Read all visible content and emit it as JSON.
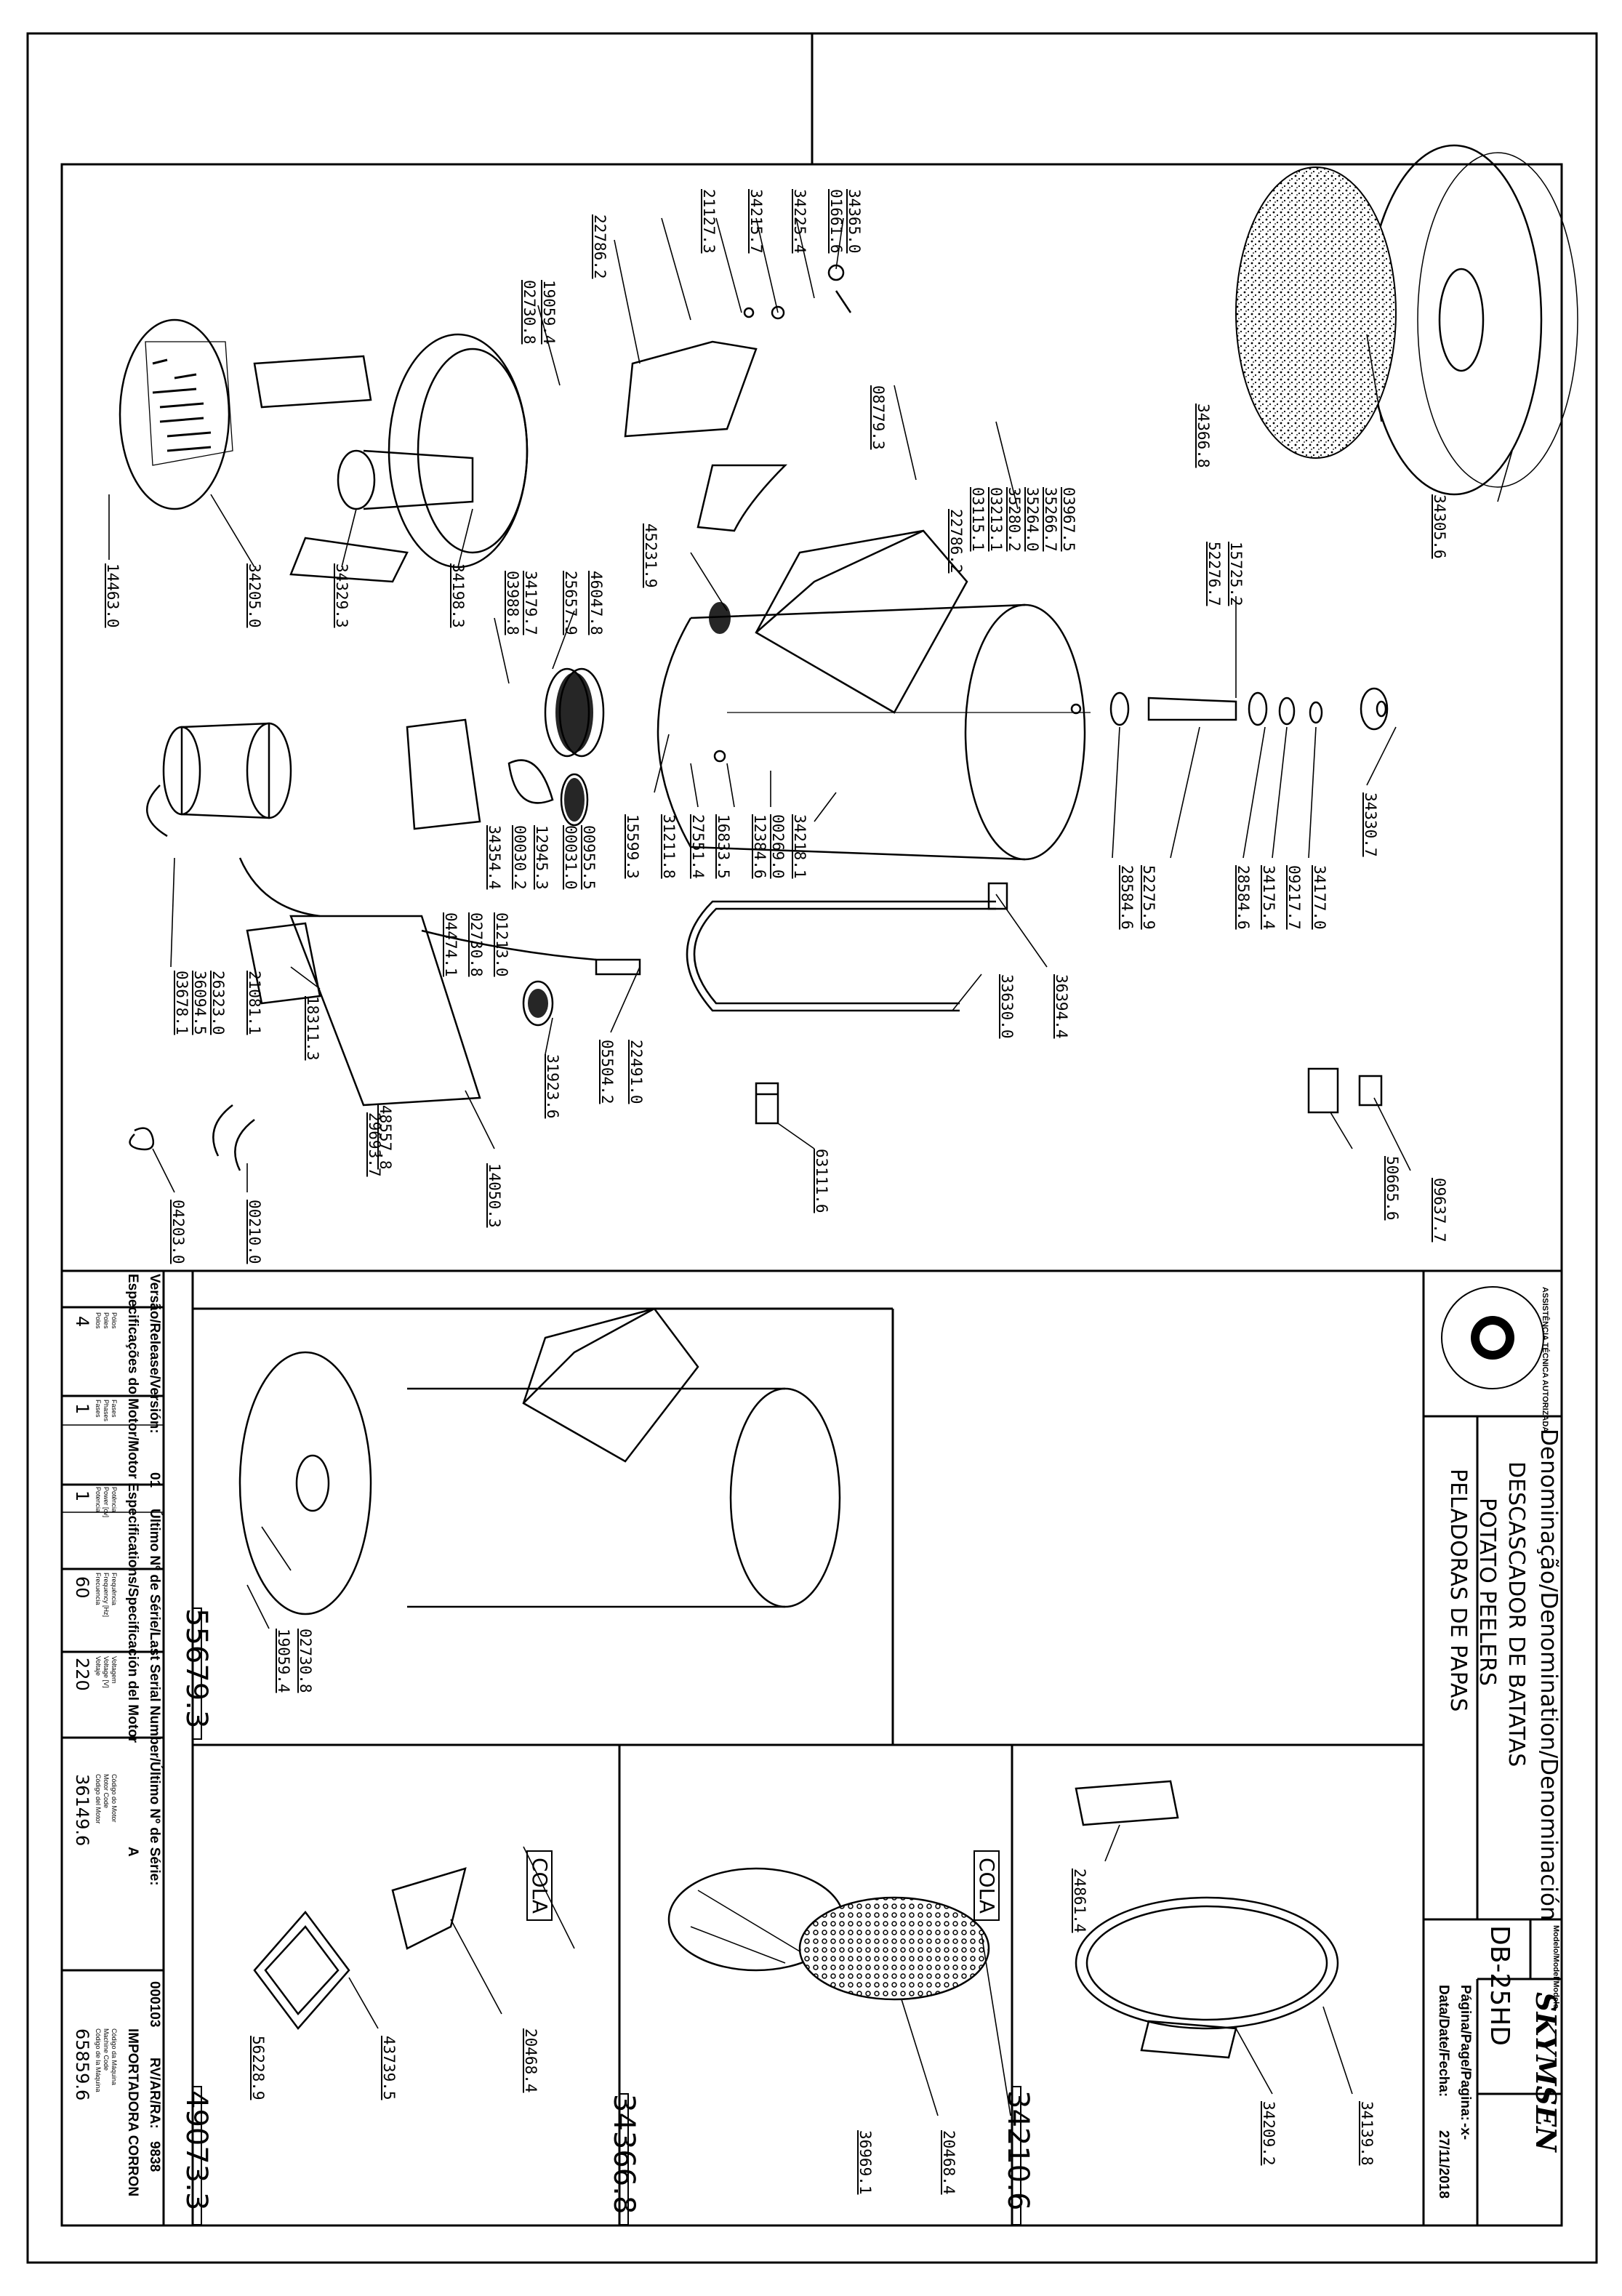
{
  "title_block": {
    "denomination_label": "Denominação/Denomination/Denominación",
    "name_pt": "DESCASCADOR DE BATATAS",
    "name_en": "POTATO PEELERS",
    "name_es": "PELADORAS DE PAPAS",
    "model_label": "Modelo/Model/Modelo",
    "model": "DB-25HD",
    "page_label": "Página/Page/Pagina:",
    "page_value": "-x-",
    "date_label": "Data/Date/Fecha:",
    "date_value": "27/11/2018",
    "brand": "SKYMSEN",
    "service_badge": "ASSISTÊNCIA TÉCNICA AUTORIZADA"
  },
  "motor_table": {
    "version_label": "Versão/Release/Versión:",
    "version_value": "01",
    "last_serial_label": "Último Nº de Série/Last Serial Number/Último Nº de Série:",
    "last_serial_value": "000103",
    "rv_label": "RV/AR/RA:",
    "rv_value": "9838",
    "motor_spec_label": "Especificações do Motor/Motor Especifications/Specificación del Motor",
    "motor_spec_value": "A",
    "importer": "IMPORTADORA CORRON",
    "poles_label": "Pólos\nPoles\nPolos",
    "poles_value": "4",
    "phases_label": "Fases\nPhases\nFases",
    "phases_value": "1",
    "power_label": "Potência\nPower [cv]\nPotencia",
    "power_value": "1",
    "frequency_label": "Frequência\nFrequency [Hz]\nFrecuencia",
    "frequency_value": "60",
    "voltage_label": "Voltagem\nVoltage [V]\nVoltaje",
    "voltage_value": "220",
    "motor_code_label": "Código do Motor\nMotor Code\nCódigo del Motor",
    "motor_code_value": "36149.6",
    "machine_code_label": "Código da Máquina\nMachine Code\nCódigo de la Máquina",
    "machine_code_value": "65859.6"
  },
  "boxes": {
    "box_55679": "55679.3",
    "box_49073": "49073.3",
    "box_34366": "34366.8",
    "box_34210": "34210.6",
    "cola_1": "COLA",
    "cola_2": "COLA"
  },
  "parts_main": [
    "34365.0",
    "01661.6",
    "34225.4",
    "34215.7",
    "21127.3",
    "22786.2",
    "19059.4",
    "02730.8",
    "08779.3",
    "03967.5",
    "35266.7",
    "35264.0",
    "35280.2",
    "03213.1",
    "03115.1",
    "22786.2",
    "45231.9",
    "34366.8",
    "34305.6",
    "15725.2",
    "52276.7",
    "14463.0",
    "34205.0",
    "34329.3",
    "34198.3",
    "03988.8",
    "34179.7",
    "25657.9",
    "46047.8",
    "34330.7",
    "34177.0",
    "09217.7",
    "34175.4",
    "28584.6",
    "52275.9",
    "28584.6",
    "15599.3",
    "31211.8",
    "27551.4",
    "16833.5",
    "00269.0",
    "12384.6",
    "34218.1",
    "12945.3",
    "00955.5",
    "00031.0",
    "00030.2",
    "34354.4",
    "01213.0",
    "02730.8",
    "04474.1",
    "36394.4",
    "33630.0",
    "22491.0",
    "05504.2",
    "31923.6",
    "03678.1",
    "26323.0",
    "36094.5",
    "21081.1",
    "18311.3",
    "48557.8",
    "29693.7",
    "14050.3",
    "63111.6",
    "50665.6",
    "09637.7",
    "04203.0",
    "00210.0"
  ],
  "parts_sub": {
    "p_02730": "02730.8",
    "p_19059": "19059.4",
    "p_20468a": "20468.4",
    "p_43739": "43739.5",
    "p_56228": "56228.9",
    "p_36969": "36969.1",
    "p_20468b": "20468.4",
    "p_24861": "24861.4",
    "p_34209": "34209.2",
    "p_34139": "34139.8"
  }
}
